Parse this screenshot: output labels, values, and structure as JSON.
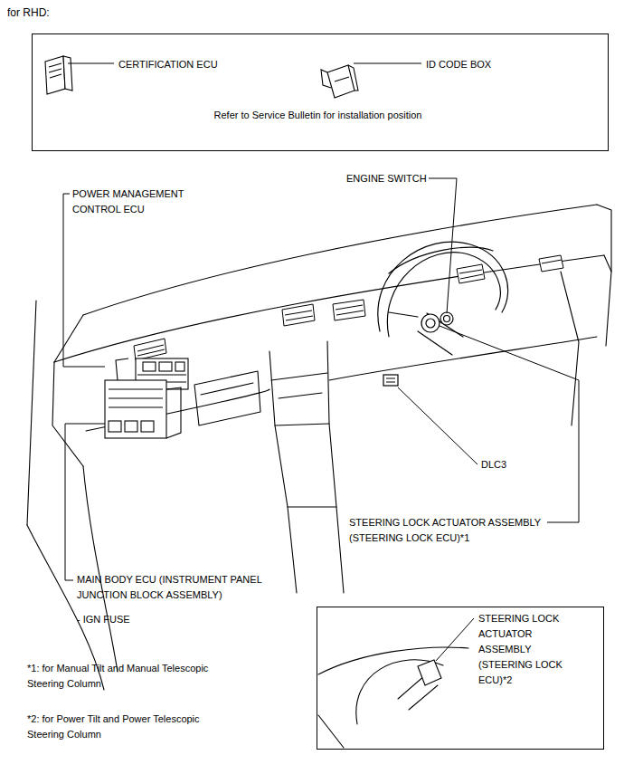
{
  "diagram": {
    "title": "for RHD:",
    "nodes": [
      {
        "text": [
          "CERTIFICATION ECU",
          "ID CODE BOX",
          "Refer to Service Bulletin for installation position"
        ]
      },
      {
        "text": [
          "STEERING LOCK ACTUATOR ASSEMBLY (STEERING LOCK ECU)*2"
        ]
      }
    ],
    "labels": [
      "ENGINE SWITCH",
      "POWER MANAGEMENT CONTROL ECU",
      "DLC3",
      "STEERING LOCK ACTUATOR ASSEMBLY (STEERING LOCK ECU)*1",
      "MAIN BODY ECU (INSTRUMENT PANEL JUNCTION BLOCK ASSEMBLY)",
      "- IGN FUSE",
      "*1: for Manual Tilt and Manual Telescopic Steering Column",
      "*2: for Power Tilt and Power Telescopic Steering Column"
    ]
  }
}
